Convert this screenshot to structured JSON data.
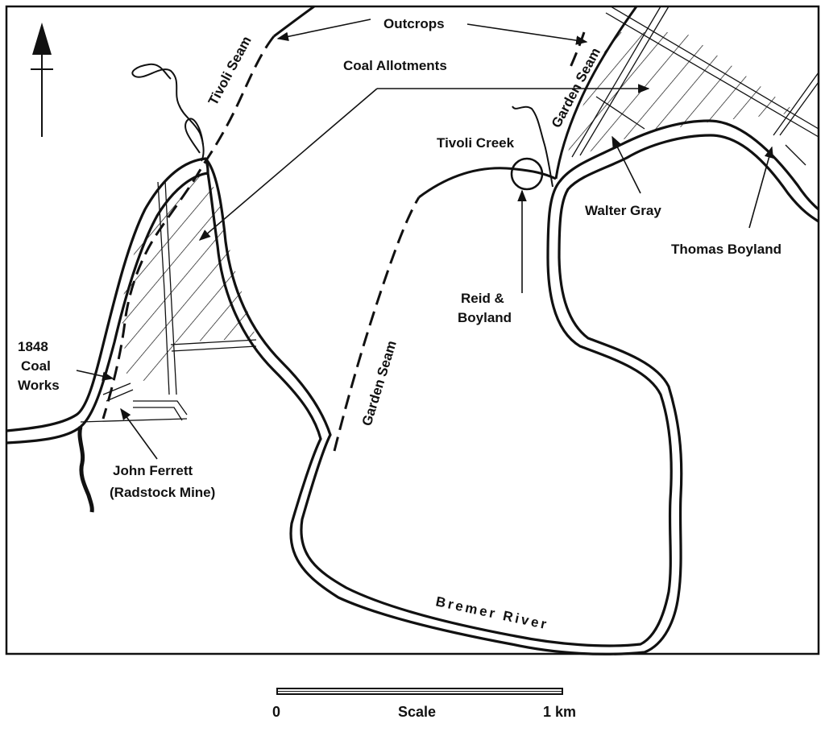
{
  "map": {
    "labels": {
      "outcrops": "Outcrops",
      "coal_allotments": "Coal Allotments",
      "tivoli_seam": "Tivoli Seam",
      "garden_seam_top": "Garden Seam",
      "garden_seam_mid": "Garden Seam",
      "tivoli_creek": "Tivoli Creek",
      "walter_gray": "Walter Gray",
      "thomas_boyland": "Thomas Boyland",
      "reid_1": "Reid &",
      "reid_2": "Boyland",
      "works_1": "1848",
      "works_2": "Coal",
      "works_3": "Works",
      "ferrett_1": "John Ferrett",
      "ferrett_2": "(Radstock Mine)",
      "river": "Bremer River"
    },
    "north_arrow": "north-arrow-icon"
  },
  "scale_bar": {
    "start": "0",
    "title": "Scale",
    "end": "1 km"
  }
}
